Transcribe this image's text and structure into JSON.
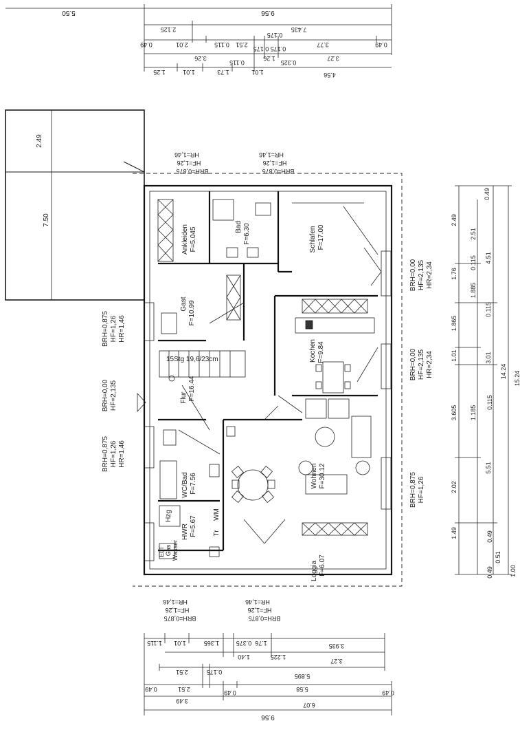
{
  "rooms": {
    "ankleiden": {
      "name": "Ankleiden",
      "area": "F=5.045"
    },
    "bad": {
      "name": "Bad",
      "area": "F=6.30"
    },
    "schlafen": {
      "name": "Schlafen",
      "area": "F=17.00"
    },
    "gast": {
      "name": "Gast",
      "area": "F=10.99"
    },
    "kochen": {
      "name": "Kochen",
      "area": "F=9.84"
    },
    "flur": {
      "name": "Flur",
      "area": "F=16.44"
    },
    "wc_bad": {
      "name": "WC/Bad",
      "area": "F=7.56"
    },
    "wohnen": {
      "name": "Wohnen",
      "area": "F=30.12"
    },
    "hwr": {
      "name": "HWR",
      "area": "F=5.67"
    },
    "loggia": {
      "name": "Loggia",
      "area": "F=6.07"
    }
  },
  "fixtures": {
    "hzg": "Hzg",
    "elt": "ELT",
    "gas": "Gas",
    "wasser": "Wasser",
    "tr": "Tr",
    "wm": "WM"
  },
  "stairs": "15Stg 19,6/23cm",
  "window_labels": {
    "top_left": [
      "BRH=0,875",
      "HF=1,26",
      "HR=1,46"
    ],
    "top_right": [
      "BRH=0,875",
      "HF=1,26",
      "HR=1,46"
    ],
    "bottom_left": [
      "BRH=0,875",
      "HF=1,26",
      "HR=1,46"
    ],
    "bottom_right": [
      "BRH=0,875",
      "HF=1,26",
      "HR=1,46"
    ],
    "left_upper": [
      "BRH=0,875",
      "HF=1,26",
      "HR=1,46"
    ],
    "left_middle": [
      "BRH=0,00",
      "HF=2,135"
    ],
    "left_lower": [
      "BRH=0,875",
      "HF=1,26",
      "HR=1,46"
    ],
    "right_upper": [
      "BRH=0,00",
      "HF=2,135",
      "HR=2,34"
    ],
    "right_middle": [
      "BRH=0,00",
      "HF=2,135",
      "HR=2,34"
    ],
    "right_lower": [
      "BRH=0,875",
      "HF=1,26"
    ]
  },
  "carport": {
    "width": "7.50",
    "depth": "2.49",
    "overall": "5.50"
  },
  "top_dims": {
    "row1": [
      "9.56"
    ],
    "row2": [
      "2.125",
      "7.435",
      "0.175"
    ],
    "row3": [
      "0.49",
      "2.01",
      "0.115",
      "2.51",
      "0.175",
      "0.175",
      "3.77",
      "0.49"
    ],
    "row4": [
      "3.26",
      "0.115",
      "1.26",
      "0.325",
      "3.27"
    ],
    "row5": [
      "1.25",
      "1.01",
      "1.73",
      "1.01",
      "4.56"
    ]
  },
  "bottom_dims": {
    "row1": [
      "1.115",
      "1.01",
      "1.365",
      "0.375",
      "1.76",
      "3.935"
    ],
    "row2": [
      "1.40",
      "1.225",
      "3.27"
    ],
    "row3": [
      "2.51",
      "0.175",
      "5.895"
    ],
    "row4": [
      "0.49",
      "2.51",
      "0.49",
      "5.58",
      "0.49"
    ],
    "row5": [
      "3.49",
      "6.07"
    ],
    "row6": [
      "9.56"
    ]
  },
  "right_dims": {
    "row1": [
      "2.49",
      "1.76",
      "1.865",
      "1.01",
      "3.605",
      "2.02",
      "1.49"
    ],
    "row2": [
      "0.49",
      "2.51",
      "0.115",
      "1.885",
      "0.115",
      "1.185",
      "0.115",
      "0.49",
      "0.49"
    ],
    "row3": [
      "4.51",
      "3.01",
      "5.51",
      "0.51"
    ],
    "row4": [
      "14.24"
    ],
    "row5": [
      "15.24",
      "1.00"
    ]
  }
}
